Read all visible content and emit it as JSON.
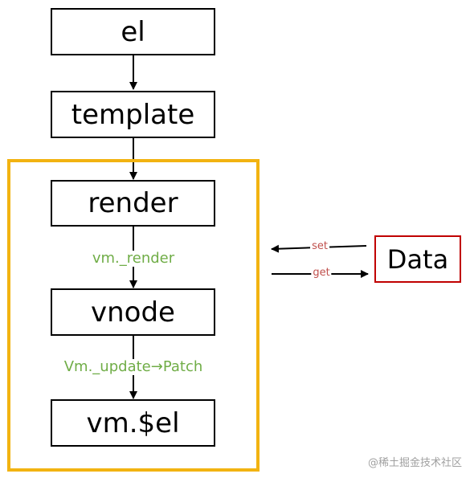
{
  "nodes": {
    "el": "el",
    "template": "template",
    "render": "render",
    "vnode": "vnode",
    "vm_el": "vm.$el",
    "data": "Data"
  },
  "edges": {
    "render_to_vnode": "vm._render",
    "vnode_to_vmel": "Vm._update→Patch",
    "set": "set",
    "get": "get"
  },
  "watermark": "@稀土掘金技术社区",
  "colors": {
    "frame": "#f2b311",
    "data_border": "#c00000",
    "green_text": "#70ad47",
    "red_text": "#c0504d"
  }
}
